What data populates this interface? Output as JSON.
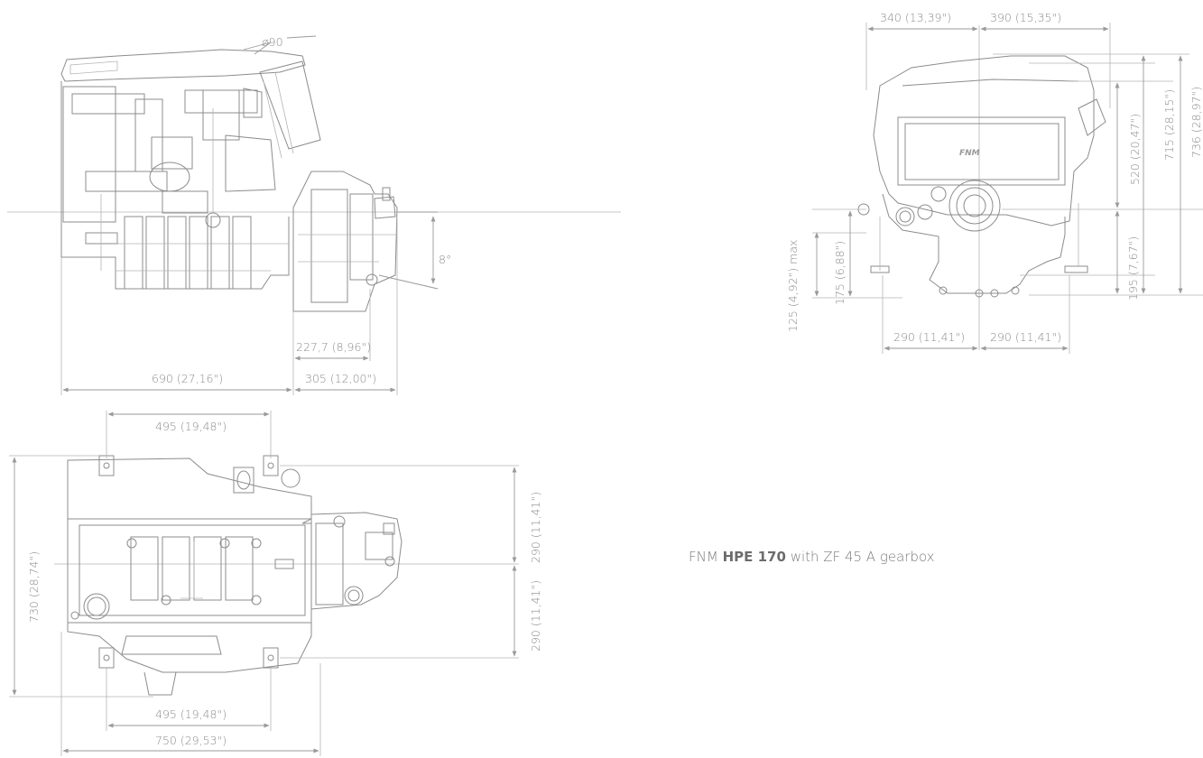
{
  "caption": {
    "brand": "FNM",
    "model": "HPE 170",
    "suffix": "with ZF 45 A gearbox"
  },
  "side_view": {
    "exhaust_diameter": "ø90",
    "angle": "8°",
    "gearbox_offset": "227,7 (8,96\")",
    "engine_length": "690 (27,16\")",
    "gearbox_length": "305 (12,00\")"
  },
  "top_view": {
    "mount_spacing_top": "495 (19,48\")",
    "mount_spacing_bottom": "495 (19,48\")",
    "overall_length": "750 (29,53\")",
    "overall_width": "730 (28,74\")",
    "half_width_upper": "290 (11,41\")",
    "half_width_lower": "290 (11,41\")"
  },
  "front_view": {
    "width_left": "340 (13,39\")",
    "width_right": "390 (15,35\")",
    "mount_left": "290 (11,41\")",
    "mount_right": "290 (11,41\")",
    "height_520": "520 (20,47\")",
    "height_715": "715 (28,15\")",
    "height_736": "736 (28,97\")",
    "height_195": "195 (7,67\")",
    "height_175": "175 (6,88\")",
    "height_125": "125 (4,92\") max"
  }
}
